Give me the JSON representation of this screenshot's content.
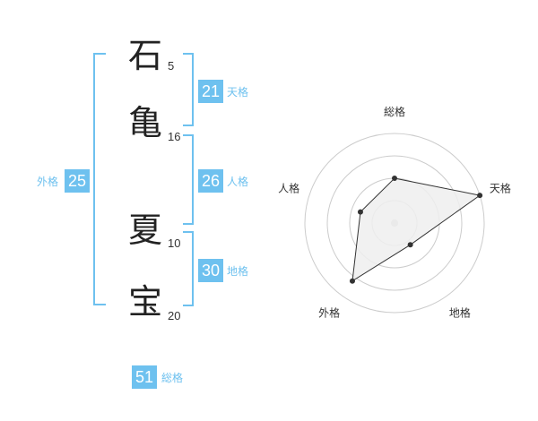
{
  "name": {
    "chars": [
      {
        "char": "石",
        "strokes": "5"
      },
      {
        "char": "亀",
        "strokes": "16"
      },
      {
        "char": "夏",
        "strokes": "10"
      },
      {
        "char": "宝",
        "strokes": "20"
      }
    ]
  },
  "kaku": {
    "tenkaku": {
      "value": "21",
      "label": "天格"
    },
    "jinkaku": {
      "value": "26",
      "label": "人格"
    },
    "chikaku": {
      "value": "30",
      "label": "地格"
    },
    "gaikaku": {
      "value": "25",
      "label": "外格"
    },
    "soukaku": {
      "value": "51",
      "label": "総格"
    }
  },
  "chart_data": {
    "type": "radar",
    "axes": [
      "総格",
      "天格",
      "地格",
      "外格",
      "人格"
    ],
    "values": [
      0.5,
      1.0,
      0.3,
      0.8,
      0.4
    ],
    "range": [
      0,
      1
    ],
    "rings": 4,
    "colors": {
      "fill": "#eeeeee",
      "line": "#333333",
      "grid": "#cccccc",
      "accent": "#6ec1ef"
    }
  }
}
